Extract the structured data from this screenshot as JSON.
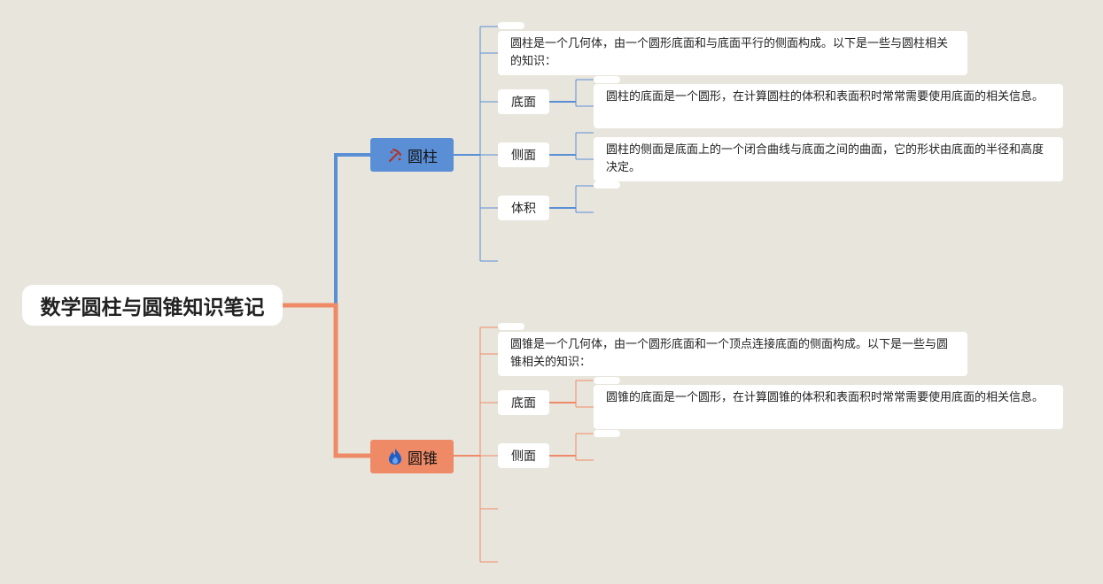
{
  "root": {
    "title": "数学圆柱与圆锥知识笔记"
  },
  "colors": {
    "cylinder": "#5a8fd6",
    "cone": "#ef8a67",
    "background": "#e8e5dc"
  },
  "cylinder": {
    "label": "圆柱",
    "icon": "pickaxe-icon",
    "intro": "圆柱是一个几何体，由一个圆形底面和与底面平行的侧面构成。以下是一些与圆柱相关的知识：",
    "topics": [
      {
        "label": "底面",
        "detail": "圆柱的底面是一个圆形，在计算圆柱的体积和表面积时常常需要使用底面的相关信息。"
      },
      {
        "label": "侧面",
        "detail": "圆柱的侧面是底面上的一个闭合曲线与底面之间的曲面，它的形状由底面的半径和高度决定。"
      },
      {
        "label": "体积",
        "detail": ""
      }
    ]
  },
  "cone": {
    "label": "圆锥",
    "icon": "fire-icon",
    "intro": "圆锥是一个几何体，由一个圆形底面和一个顶点连接底面的侧面构成。以下是一些与圆锥相关的知识：",
    "topics": [
      {
        "label": "底面",
        "detail": "圆锥的底面是一个圆形，在计算圆锥的体积和表面积时常常需要使用底面的相关信息。"
      },
      {
        "label": "侧面",
        "detail": ""
      }
    ]
  }
}
